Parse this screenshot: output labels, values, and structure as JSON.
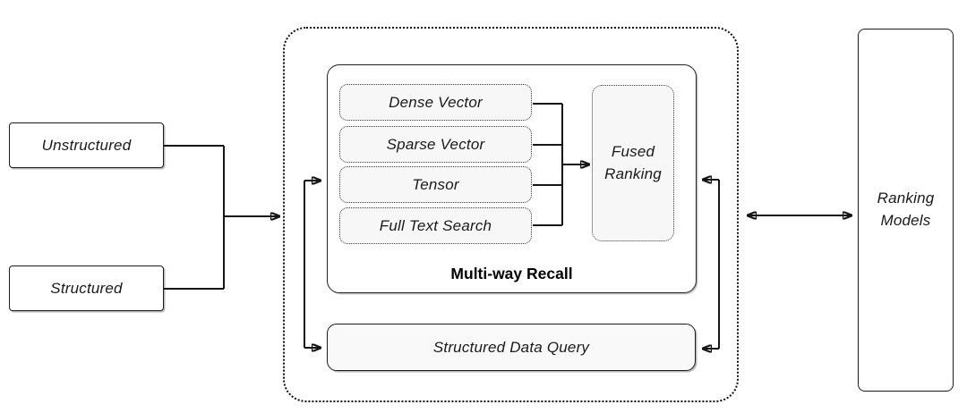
{
  "diagram": {
    "inputs": {
      "unstructured": "Unstructured",
      "structured": "Structured"
    },
    "pipeline": {
      "recall": {
        "title": "Multi-way Recall",
        "channels": [
          "Dense Vector",
          "Sparse Vector",
          "Tensor",
          "Full Text Search"
        ],
        "fused_ranking": "Fused\nRanking"
      },
      "structured_query": "Structured Data Query"
    },
    "ranking_models": "Ranking\nModels"
  },
  "colors": {
    "line": "#161616",
    "box_border": "#1c1c1c",
    "dotted_fill": "#f7f7f7",
    "background": "#ffffff"
  }
}
